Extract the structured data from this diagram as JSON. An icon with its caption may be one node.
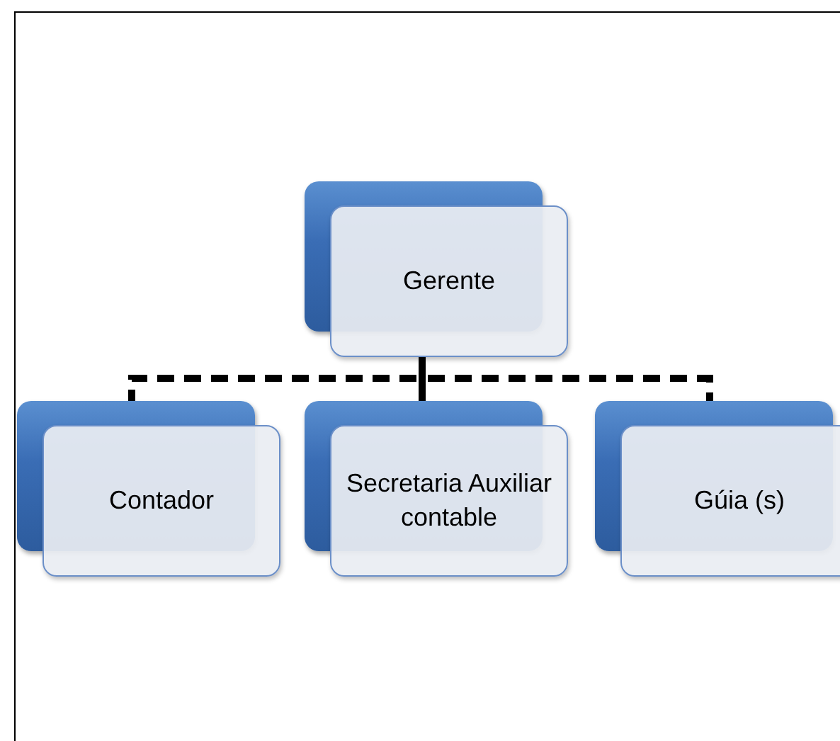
{
  "diagram": {
    "nodes": [
      {
        "text": [
          "Gerente"
        ]
      },
      {
        "text": [
          "Contador"
        ]
      },
      {
        "text": [
          "Secretaria Auxiliar contable"
        ]
      },
      {
        "text": [
          "Gúia (s)"
        ]
      }
    ],
    "edges": [
      {
        "from": 0,
        "to": 1,
        "arrow": "none",
        "style": "dashed"
      },
      {
        "from": 0,
        "to": 2,
        "arrow": "none"
      },
      {
        "from": 0,
        "to": 3,
        "arrow": "none",
        "style": "dashed"
      }
    ]
  }
}
